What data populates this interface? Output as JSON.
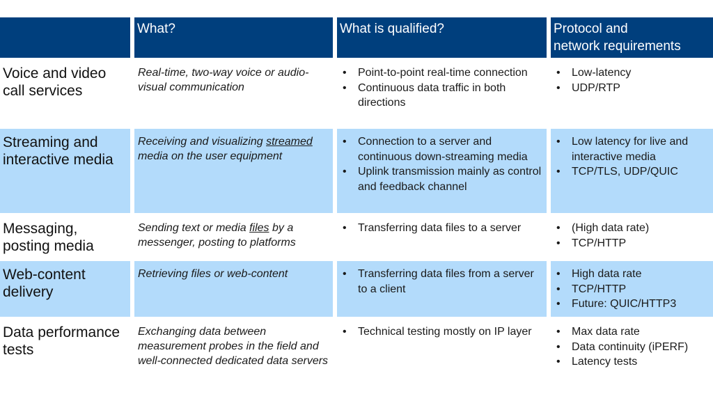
{
  "table": {
    "headers": [
      "",
      "What?",
      "What is qualified?",
      "Protocol and network requirements"
    ],
    "header_lines": {
      "col4_line1": "Protocol and",
      "col4_line2": "network requirements"
    },
    "colors": {
      "header_bg": "#003f7d",
      "band_bg": "#b3dbfb",
      "header_text": "#ffffff"
    },
    "rows": [
      {
        "category": "Voice and video call services",
        "what": {
          "before": "Real-time, two-way voice or audio-visual communication",
          "underlined": "",
          "after": ""
        },
        "qualified": [
          "Point-to-point real-time connection",
          "Continuous data traffic in both directions"
        ],
        "requirements": [
          "Low-latency",
          "UDP/RTP"
        ]
      },
      {
        "category": "Streaming and interactive media",
        "what": {
          "before": "Receiving and visualizing ",
          "underlined": "streamed",
          "after": " media on the user equipment"
        },
        "qualified": [
          "Connection to a server and continuous down-streaming media",
          "Uplink transmission mainly as control and feedback channel"
        ],
        "requirements": [
          "Low latency for live and interactive media",
          "TCP/TLS, UDP/QUIC"
        ]
      },
      {
        "category": "Messaging, posting media",
        "what": {
          "before": "Sending text or media ",
          "underlined": "files",
          "after": " by a messenger, posting to platforms"
        },
        "qualified": [
          "Transferring data files to a server"
        ],
        "requirements": [
          "(High data rate)",
          "TCP/HTTP"
        ]
      },
      {
        "category": "Web-content delivery",
        "what": {
          "before": "Retrieving files or web-content",
          "underlined": "",
          "after": ""
        },
        "qualified": [
          "Transferring data files from a server to a client"
        ],
        "requirements": [
          "High data rate",
          "TCP/HTTP",
          "Future: QUIC/HTTP3"
        ]
      },
      {
        "category": "Data performance tests",
        "what": {
          "before": "Exchanging data between measurement probes in the field and well-connected dedicated data servers",
          "underlined": "",
          "after": ""
        },
        "qualified": [
          "Technical testing mostly on IP layer"
        ],
        "requirements": [
          "Max data rate",
          "Data continuity (iPERF)",
          "Latency tests"
        ]
      }
    ]
  }
}
